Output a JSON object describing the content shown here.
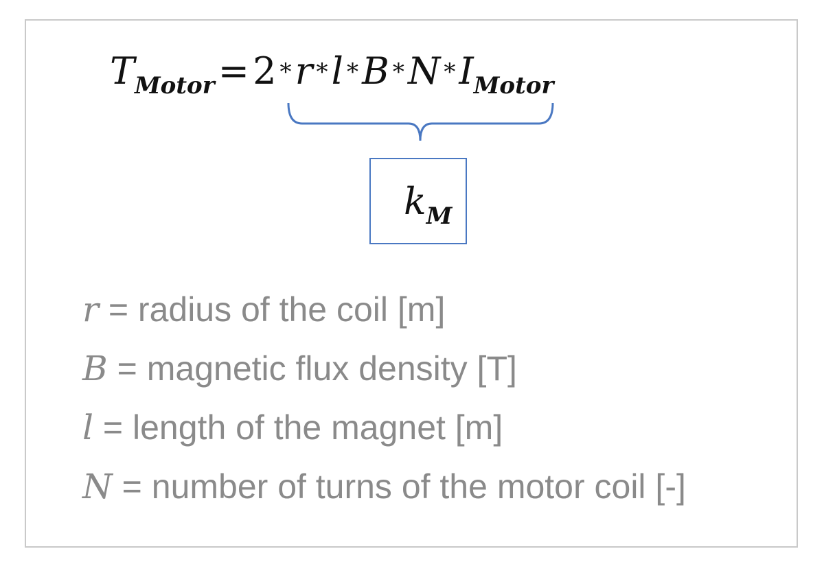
{
  "equation": {
    "lhs_symbol": "T",
    "lhs_sub": "Motor",
    "equals": "=",
    "terms": [
      "2",
      "r",
      "l",
      "B",
      "N"
    ],
    "operator": "*",
    "last_symbol": "I",
    "last_sub": "Motor"
  },
  "constant": {
    "symbol": "k",
    "sub": "M"
  },
  "definitions": [
    {
      "var": "r",
      "eq": "=",
      "text": "radius of the coil [m]"
    },
    {
      "var": "B",
      "eq": "=",
      "text": "magnetic flux density [T]"
    },
    {
      "var": "l",
      "eq": "=",
      "text": "length of the magnet [m]"
    },
    {
      "var": "N",
      "eq": "=",
      "text": "number of turns of the motor coil [-]"
    }
  ],
  "colors": {
    "brace": "#4a78c2",
    "box_border": "#4a78c2",
    "frame_border": "#c9c9c9",
    "definition_text": "#8a8a8a"
  }
}
